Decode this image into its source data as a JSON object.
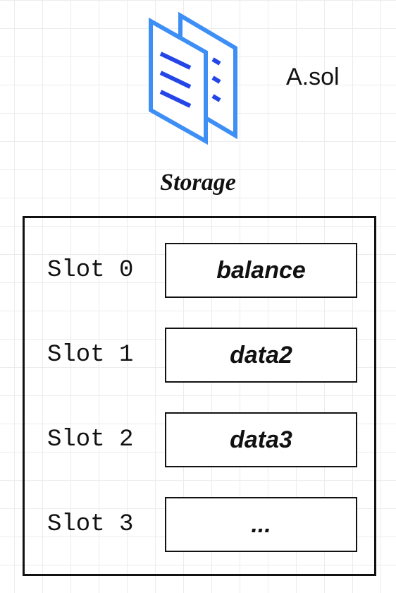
{
  "file": {
    "icon": "document-icon",
    "name": "A.sol"
  },
  "storage": {
    "title": "Storage",
    "slots": [
      {
        "label": "Slot 0",
        "value": "balance"
      },
      {
        "label": "Slot 1",
        "value": "data2"
      },
      {
        "label": "Slot 2",
        "value": "data3"
      },
      {
        "label": "Slot 3",
        "value": "..."
      }
    ]
  },
  "colors": {
    "icon_outline": "#3d8ff5",
    "icon_lines": "#2446e6",
    "text": "#111111",
    "grid": "#ececec"
  }
}
